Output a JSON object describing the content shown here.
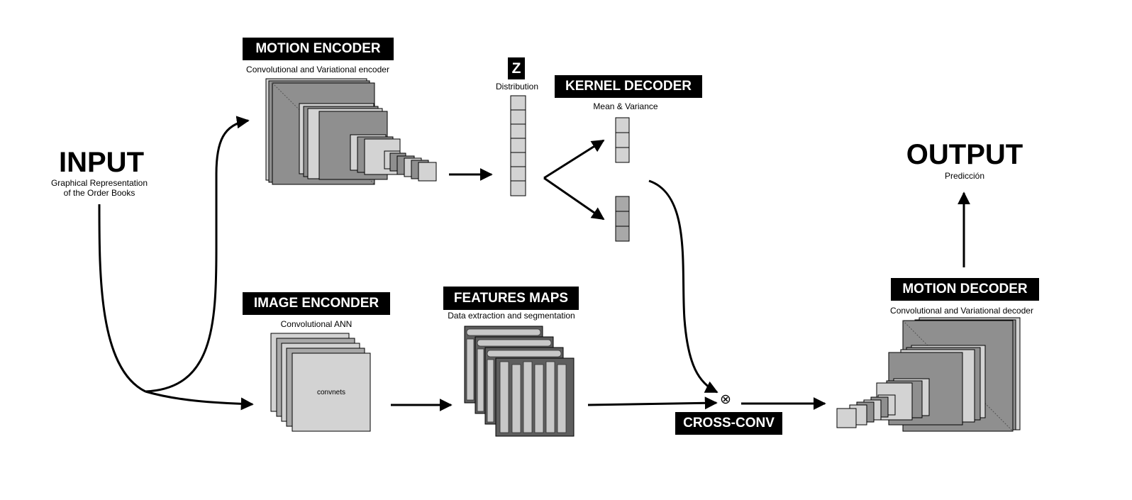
{
  "input": {
    "title": "INPUT",
    "subtitle_line1": "Graphical Representation",
    "subtitle_line2": "of the Order Books"
  },
  "motion_encoder": {
    "title": "MOTION ENCODER",
    "subtitle": "Convolutional and Variational encoder"
  },
  "z_distribution": {
    "title": "Z",
    "subtitle": "Distribution"
  },
  "kernel_decoder": {
    "title": "KERNEL DECODER",
    "subtitle": "Mean & Variance"
  },
  "output": {
    "title": "OUTPUT",
    "subtitle": "Predicción"
  },
  "image_encoder": {
    "title": "IMAGE ENCONDER",
    "subtitle": "Convolutional ANN",
    "inner_label": "convnets"
  },
  "feature_maps": {
    "title": "FEATURES MAPS",
    "subtitle": "Data extraction and segmentation"
  },
  "motion_decoder": {
    "title": "MOTION DECODER",
    "subtitle": "Convolutional and Variational decoder"
  },
  "cross_conv": {
    "title": "CROSS-CONV",
    "operator_symbol": "⊗"
  },
  "colors": {
    "label_bg": "#000000",
    "label_text": "#ffffff",
    "dark_gray": "#8f8f8f",
    "light_gray": "#d3d3d3",
    "mid_gray": "#b8b8b8",
    "arrow": "#000000"
  }
}
